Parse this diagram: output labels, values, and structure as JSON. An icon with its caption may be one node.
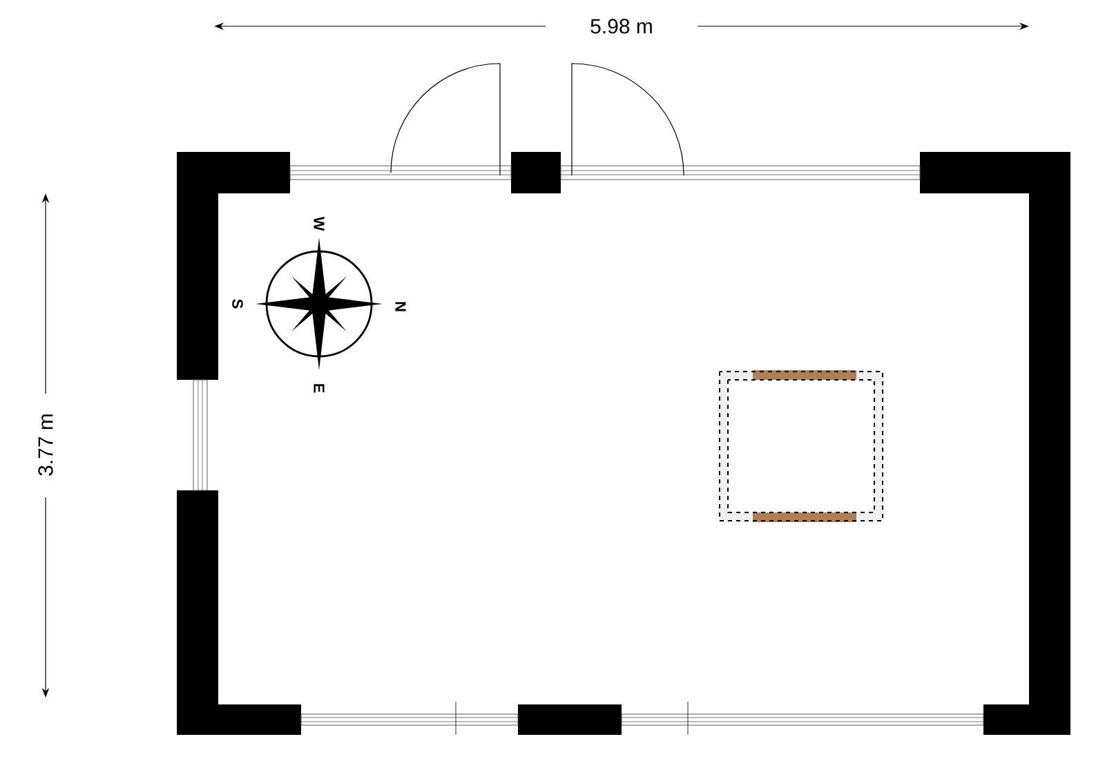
{
  "diagram": {
    "labels": [
      "5.98 m",
      "W",
      "S",
      "N",
      "E",
      "3.77 m"
    ]
  }
}
